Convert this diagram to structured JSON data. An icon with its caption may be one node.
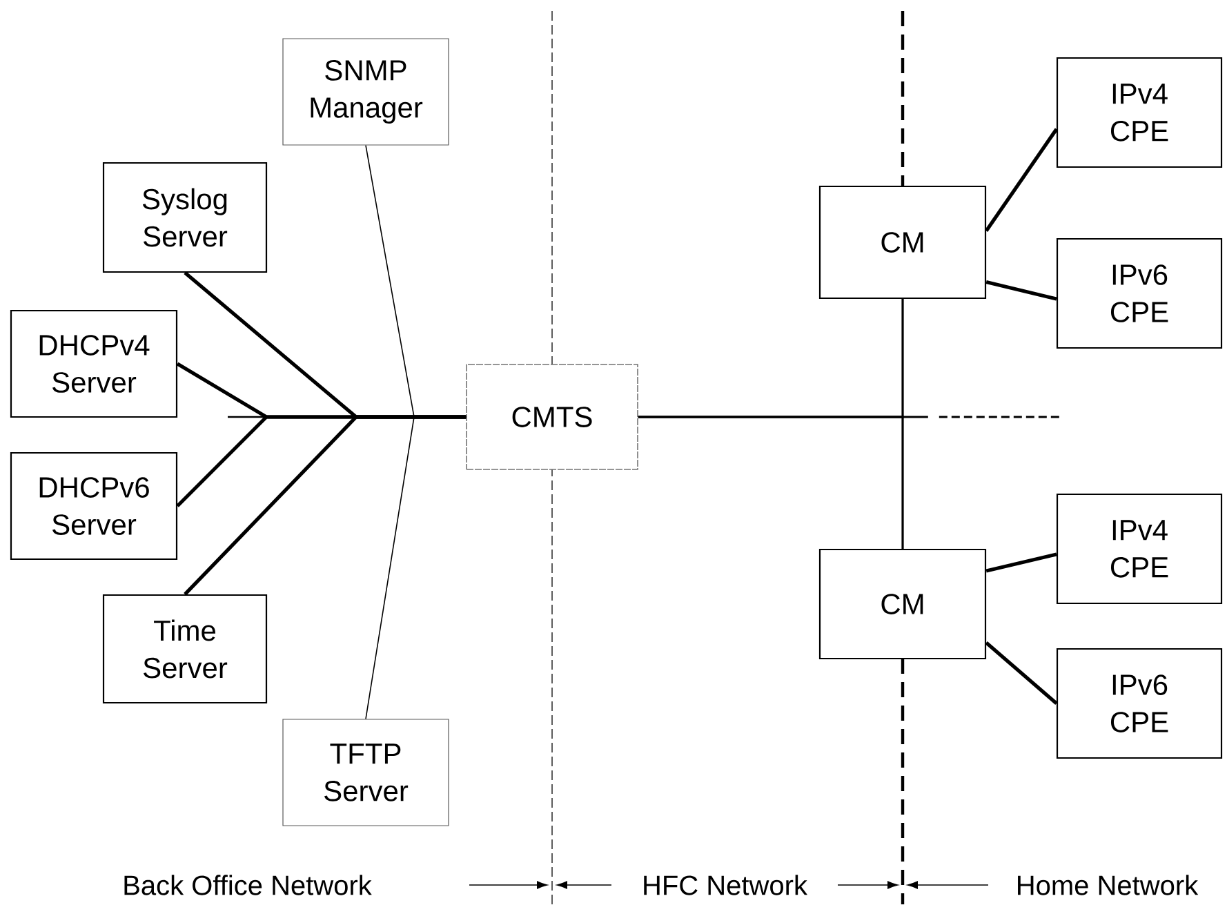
{
  "diagram": {
    "nodes": [
      {
        "text": [
          "SNMP Manager"
        ]
      },
      {
        "text": [
          "Syslog Server"
        ]
      },
      {
        "text": [
          "DHCPv4 Server"
        ]
      },
      {
        "text": [
          "DHCPv6 Server"
        ]
      },
      {
        "text": [
          "Time Server"
        ]
      },
      {
        "text": [
          "TFTP Server"
        ]
      },
      {
        "text": [
          "CMTS"
        ]
      },
      {
        "text": [
          "CM"
        ]
      },
      {
        "text": [
          "IPv4 CPE"
        ]
      },
      {
        "text": [
          "IPv6 CPE"
        ]
      },
      {
        "text": [
          "CM"
        ]
      },
      {
        "text": [
          "IPv4 CPE"
        ]
      },
      {
        "text": [
          "IPv6 CPE"
        ]
      }
    ],
    "edges": [
      {
        "from": 0,
        "to": 6,
        "arrow": "none"
      },
      {
        "from": 1,
        "to": 6,
        "arrow": "none"
      },
      {
        "from": 2,
        "to": 6,
        "arrow": "none"
      },
      {
        "from": 3,
        "to": 6,
        "arrow": "none"
      },
      {
        "from": 4,
        "to": 6,
        "arrow": "none"
      },
      {
        "from": 5,
        "to": 6,
        "arrow": "none"
      },
      {
        "from": 6,
        "to": 7,
        "arrow": "none"
      },
      {
        "from": 6,
        "to": 10,
        "arrow": "none"
      },
      {
        "from": 7,
        "to": 8,
        "arrow": "none"
      },
      {
        "from": 7,
        "to": 9,
        "arrow": "none"
      },
      {
        "from": 10,
        "to": 11,
        "arrow": "none"
      },
      {
        "from": 10,
        "to": 12,
        "arrow": "none"
      },
      {
        "from": 6,
        "to": null,
        "arrow": "none",
        "style": "dashed"
      }
    ],
    "labels": [
      "Back Office Network",
      "HFC Network",
      "Home Network"
    ]
  }
}
